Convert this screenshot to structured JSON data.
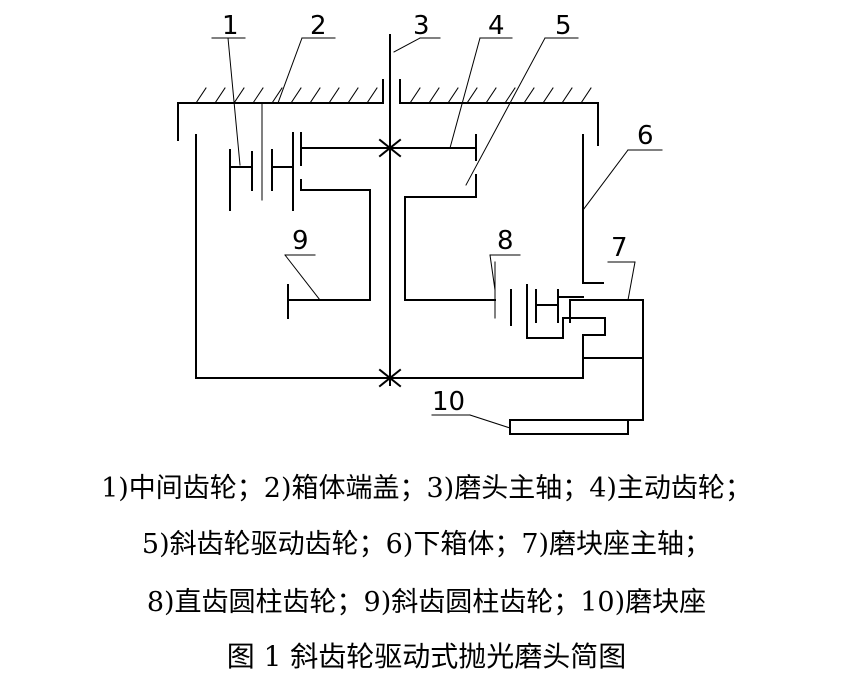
{
  "labels": {
    "l1": "1",
    "l2": "2",
    "l3": "3",
    "l4": "4",
    "l5": "5",
    "l6": "6",
    "l7": "7",
    "l8": "8",
    "l9": "9",
    "l10": "10"
  },
  "legend": {
    "line1": "1)中间齿轮；2)箱体端盖；3)磨头主轴；4)主动齿轮；",
    "line2": "5)斜齿轮驱动齿轮；6)下箱体；7)磨块座主轴；",
    "line3": "8)直齿圆柱齿轮；9)斜齿圆柱齿轮；10)磨块座"
  },
  "figure_title": "图 1 斜齿轮驱动式抛光磨头简图"
}
